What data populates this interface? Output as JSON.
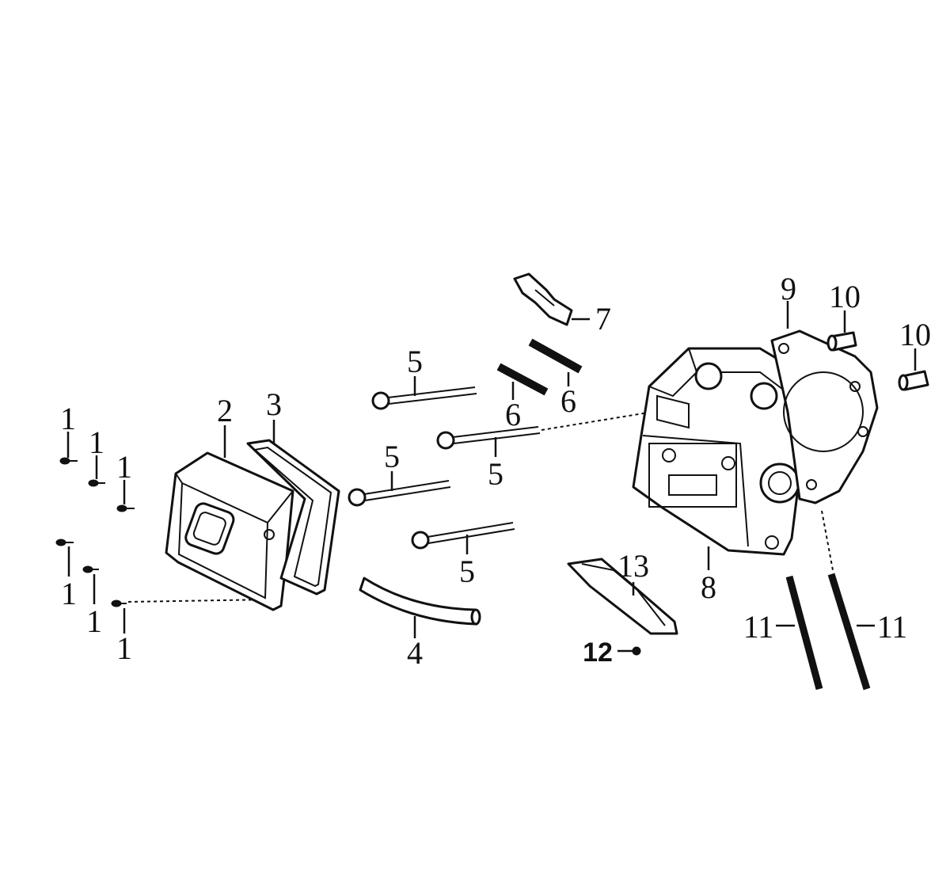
{
  "labels": {
    "p1": "1",
    "p2": "2",
    "p3": "3",
    "p4": "4",
    "p5": "5",
    "p6": "6",
    "p7": "7",
    "p8": "8",
    "p9": "9",
    "p10": "10",
    "p11": "11",
    "p12": "12",
    "p13": "13"
  }
}
